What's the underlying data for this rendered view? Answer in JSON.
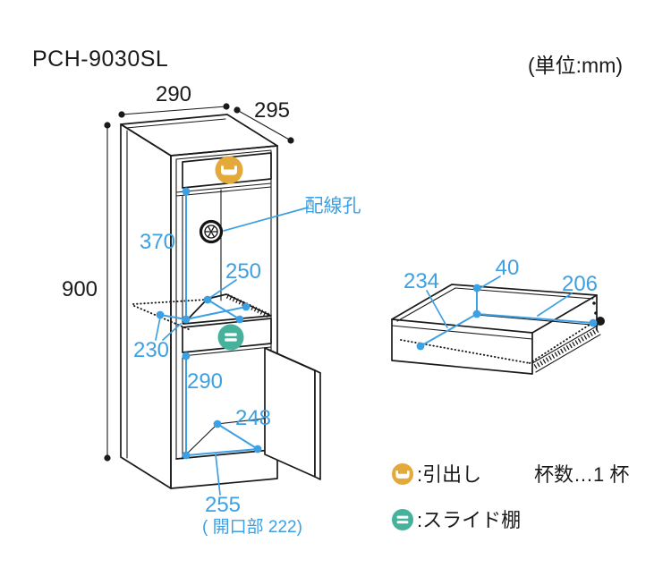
{
  "page": {
    "title": "PCH-9030SL",
    "unit_note": "(単位:mm)"
  },
  "cabinet_diagram": {
    "width_mm": "290",
    "depth_mm": "295",
    "height_mm": "900",
    "wiring_hole_label": "配線孔",
    "upper_inner_height_mm": "370",
    "shelf_width_mm": "250",
    "shelf_pullout_mm": "230",
    "lower_inner_height_mm": "290",
    "lower_inner_depth_mm": "248",
    "bottom_width_mm": "255",
    "opening_note": "( 開口部 222)"
  },
  "drawer_diagram": {
    "inner_depth_mm": "234",
    "inner_height_mm": "40",
    "inner_width_mm": "206"
  },
  "legend": {
    "drawer_label": ":引出し",
    "drawer_count": "杯数…1 杯",
    "slide_shelf_label": ":スライド棚"
  },
  "colors": {
    "line": "#1a1a1a",
    "dimension_blue": "#3da0e2",
    "drawer_yellow": "#e3a93a",
    "shelf_teal": "#47b29b"
  }
}
